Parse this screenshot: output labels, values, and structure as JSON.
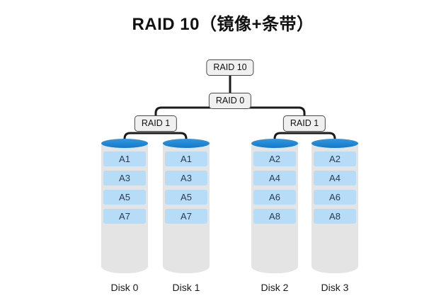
{
  "title": "RAID 10（镜像+条带）",
  "nodes": {
    "raid10": "RAID 10",
    "raid0": "RAID 0",
    "raid1_left": "RAID 1",
    "raid1_right": "RAID 1"
  },
  "disks": [
    {
      "label": "Disk 0",
      "blocks": [
        "A1",
        "A3",
        "A5",
        "A7"
      ]
    },
    {
      "label": "Disk 1",
      "blocks": [
        "A1",
        "A3",
        "A5",
        "A7"
      ]
    },
    {
      "label": "Disk 2",
      "blocks": [
        "A2",
        "A4",
        "A6",
        "A8"
      ]
    },
    {
      "label": "Disk 3",
      "blocks": [
        "A2",
        "A4",
        "A6",
        "A8"
      ]
    }
  ],
  "colors": {
    "cylinder_top": "#1e88d8",
    "cylinder_body": "#e4e4e4",
    "block_fill": "#b7dcf7",
    "node_fill": "#f0f0f0",
    "node_border": "#4a4a4a",
    "connector_line": "#1b1b1b"
  }
}
